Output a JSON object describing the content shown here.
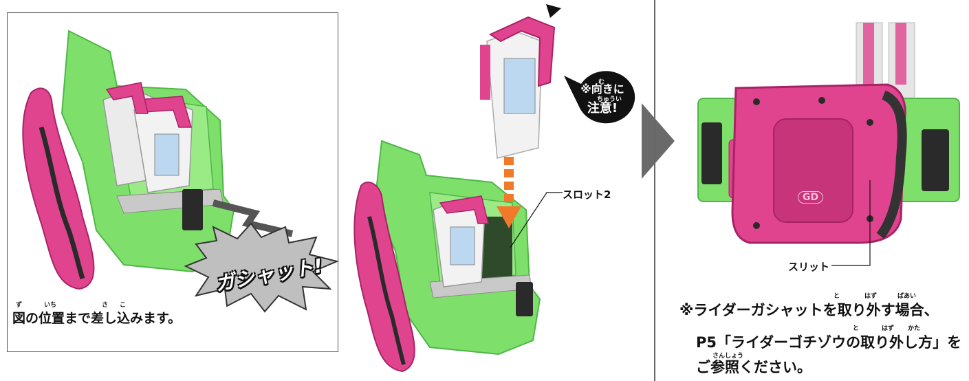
{
  "step_left": {
    "caption": "図の位置まで差し込みます。",
    "caption_ruby": [
      "ず",
      "いち",
      "さ",
      "こ"
    ]
  },
  "sound_effect": "ガシャット!",
  "middle": {
    "bubble_line1": "※向きに",
    "bubble_line2": "注意!",
    "bubble_ruby_top": "む",
    "bubble_ruby_bottom": "ちゅうい",
    "slot_label": "スロット2"
  },
  "right": {
    "slit_label": "スリット",
    "badge": "GD",
    "note_line1": "※ライダーガシャットを取り外す場合、",
    "note_line2": "P5「ライダーゴチゾウの取り外し方」を",
    "note_line3": "ご参照ください。",
    "note_ruby": [
      "と",
      "はず",
      "ばあい",
      "と",
      "はず",
      "かた",
      "さんしょう"
    ]
  },
  "colors": {
    "green": "#7ee06a",
    "green_dark": "#4fb648",
    "magenta": "#e0448f",
    "magenta_dark": "#a82266",
    "orange": "#f07a2a",
    "gray": "#6a6a6a"
  }
}
